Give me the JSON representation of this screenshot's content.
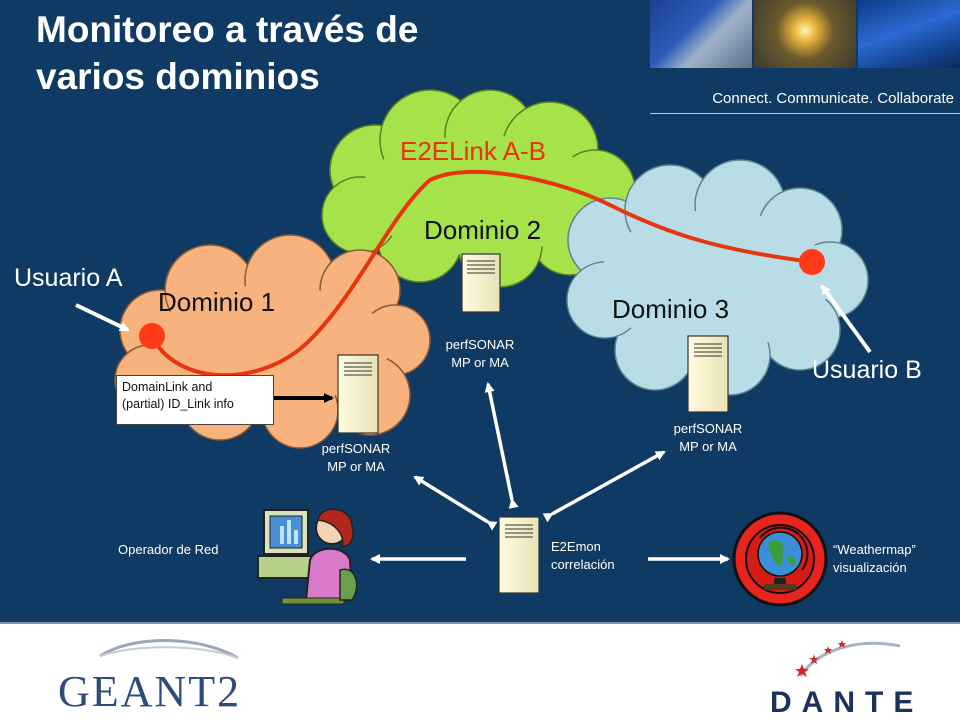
{
  "slide": {
    "title_line1": "Monitoreo a través de",
    "title_line2": "varios dominios",
    "tagline": "Connect. Communicate. Collaborate"
  },
  "diagram": {
    "link_label": "E2ELink A-B",
    "domains": [
      "Dominio 1",
      "Dominio 2",
      "Dominio 3"
    ],
    "user_a": "Usuario A",
    "user_b": "Usuario B",
    "perfsonar_line1": "perfSONAR",
    "perfsonar_line2": "MP or MA",
    "note_line1": "DomainLink and",
    "note_line2": "(partial) ID_Link info",
    "correlation_line1": "E2Emon",
    "correlation_line2": "correlación",
    "operator": "Operador de Red",
    "weathermap_line1": "“Weathermap”",
    "weathermap_line2": "visualización"
  },
  "logos": {
    "left": "GEANT2",
    "right": "DANTE"
  },
  "colors": {
    "background": "#0f3a63",
    "cloud_domain1": "#f7b27d",
    "cloud_domain2": "#a6e24a",
    "cloud_domain3": "#b9dde6",
    "link": "#e8340f",
    "endpoint": "#ff3b1a"
  }
}
